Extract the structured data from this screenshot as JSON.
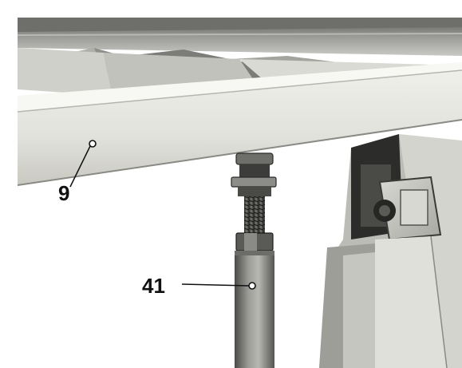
{
  "photo": {
    "description_icon": "machine-stand-photo",
    "tone": "grayscale"
  },
  "callouts": [
    {
      "number": "9"
    },
    {
      "number": "41"
    }
  ],
  "colors": {
    "background": "#ffffff",
    "beam": "#dcdcd6",
    "metal_dark": "#3a3a3a",
    "metal_mid": "#8a8a86",
    "label": "#111111"
  }
}
